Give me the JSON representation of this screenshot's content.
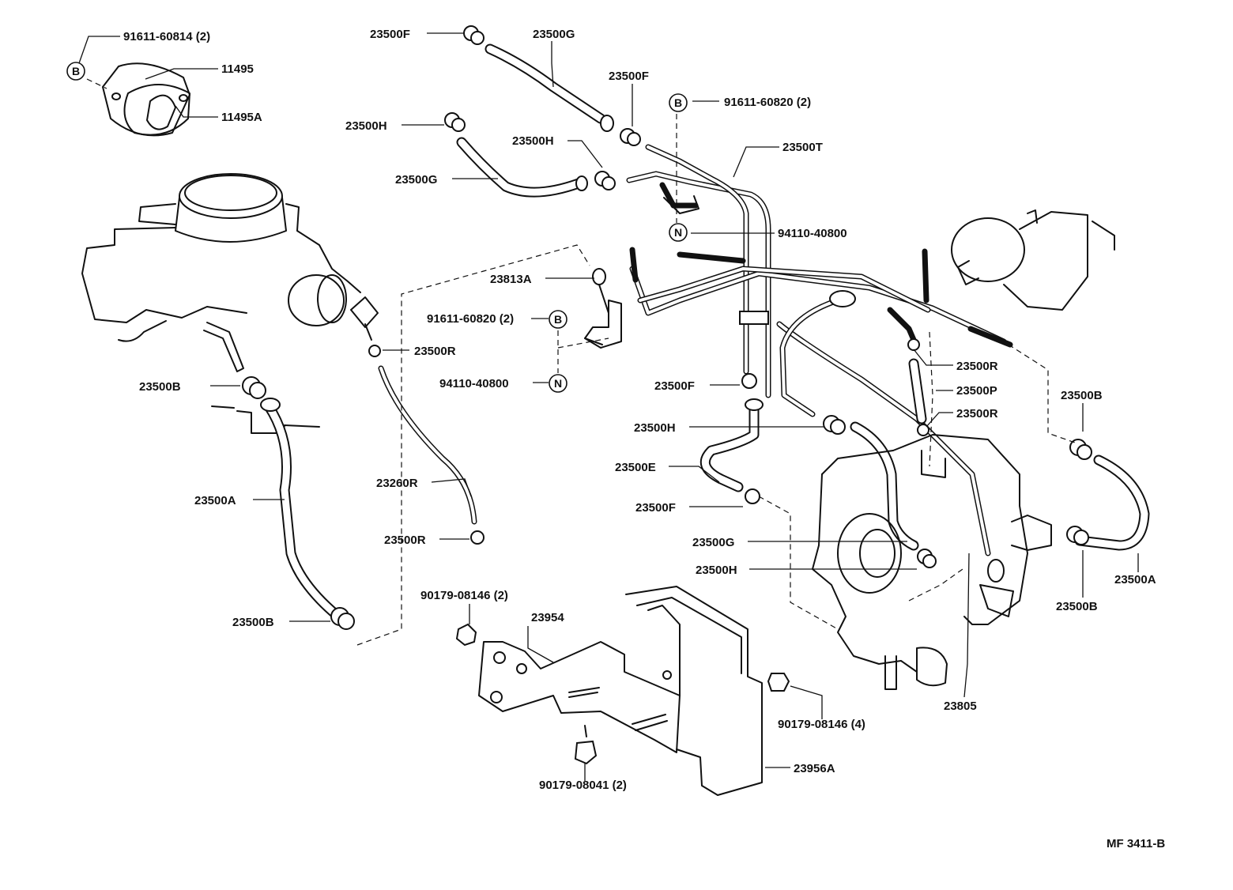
{
  "diagram_code": "MF 3411-B",
  "markers": {
    "b": "B",
    "n": "N"
  },
  "labels": {
    "l_91611_60814": "91611-60814 (2)",
    "l_11495": "11495",
    "l_11495a": "11495A",
    "l_23500f_top": "23500F",
    "l_23500g_top": "23500G",
    "l_23500f_mid": "23500F",
    "l_91611_60820_top": "91611-60820 (2)",
    "l_23500h_left": "23500H",
    "l_23500h_mid": "23500H",
    "l_23500t": "23500T",
    "l_23500g_left": "23500G",
    "l_94110_40800_top": "94110-40800",
    "l_23813a": "23813A",
    "l_91611_60820_mid": "91611-60820 (2)",
    "l_23500r_1": "23500R",
    "l_94110_40800_mid": "94110-40800",
    "l_23500r_right1": "23500R",
    "l_23500b_left": "23500B",
    "l_23500f_center": "23500F",
    "l_23500p": "23500P",
    "l_23500b_right": "23500B",
    "l_23500r_right2": "23500R",
    "l_23500h_center": "23500H",
    "l_23500e": "23500E",
    "l_23260r": "23260R",
    "l_23500a_left": "23500A",
    "l_23500f_lower": "23500F",
    "l_23500r_lower": "23500R",
    "l_23500g_lower": "23500G",
    "l_23500h_lower": "23500H",
    "l_23500a_right": "23500A",
    "l_23500b_right2": "23500B",
    "l_90179_08146_2": "90179-08146 (2)",
    "l_23954": "23954",
    "l_23500b_bottom": "23500B",
    "l_23805": "23805",
    "l_90179_08146_4": "90179-08146 (4)",
    "l_23956a": "23956A",
    "l_90179_08041": "90179-08041 (2)"
  }
}
